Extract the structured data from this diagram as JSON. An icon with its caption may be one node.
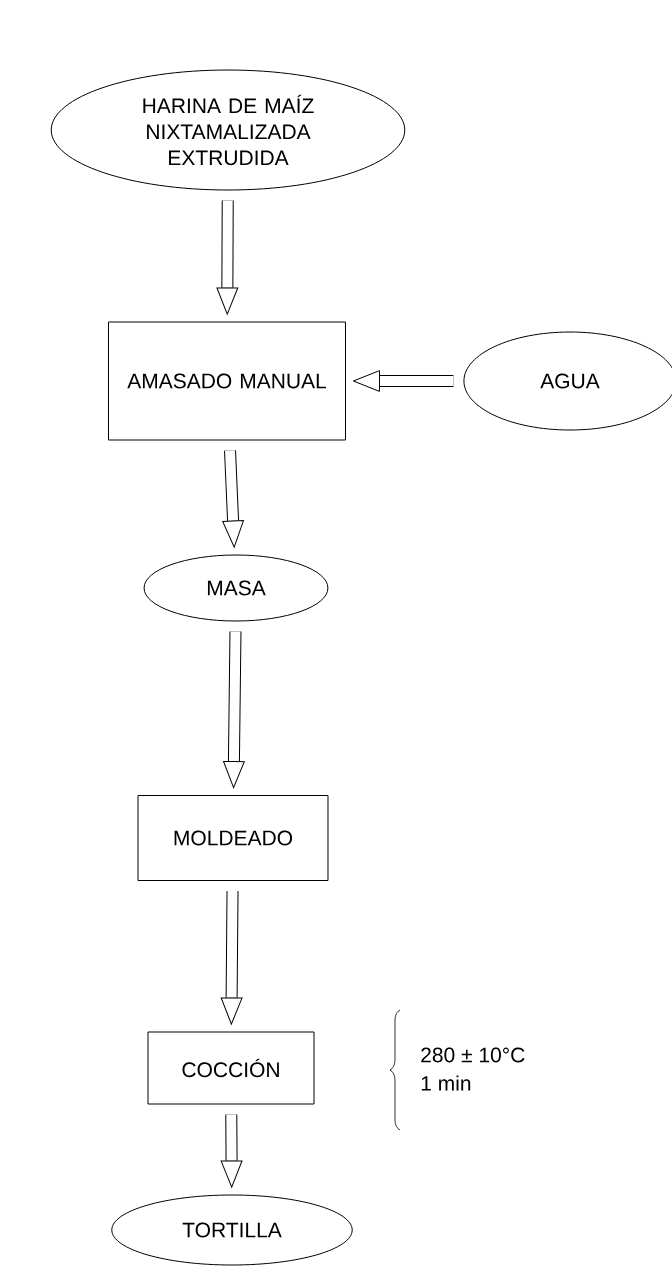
{
  "diagram": {
    "nodes": [
      {
        "text": [
          "HARINA DE MAÍZ NIXTAMALIZADA EXTRUDIDA"
        ]
      },
      {
        "text": [
          "AMASADO MANUAL"
        ]
      },
      {
        "text": [
          "AGUA"
        ]
      },
      {
        "text": [
          "MASA"
        ]
      },
      {
        "text": [
          "MOLDEADO"
        ]
      },
      {
        "text": [
          "COCCIÓN"
        ],
        "beside": [
          "280 ± 10°C",
          "1 min"
        ]
      },
      {
        "text": [
          "TORTILLA"
        ]
      }
    ],
    "edges": [
      {
        "from": 0,
        "to": 1,
        "arrow": "to"
      },
      {
        "from": 2,
        "to": 1,
        "arrow": "to"
      },
      {
        "from": 1,
        "to": 3,
        "arrow": "to"
      },
      {
        "from": 3,
        "to": 4,
        "arrow": "to"
      },
      {
        "from": 4,
        "to": 5,
        "arrow": "to"
      },
      {
        "from": 5,
        "to": 6,
        "arrow": "to"
      }
    ]
  }
}
